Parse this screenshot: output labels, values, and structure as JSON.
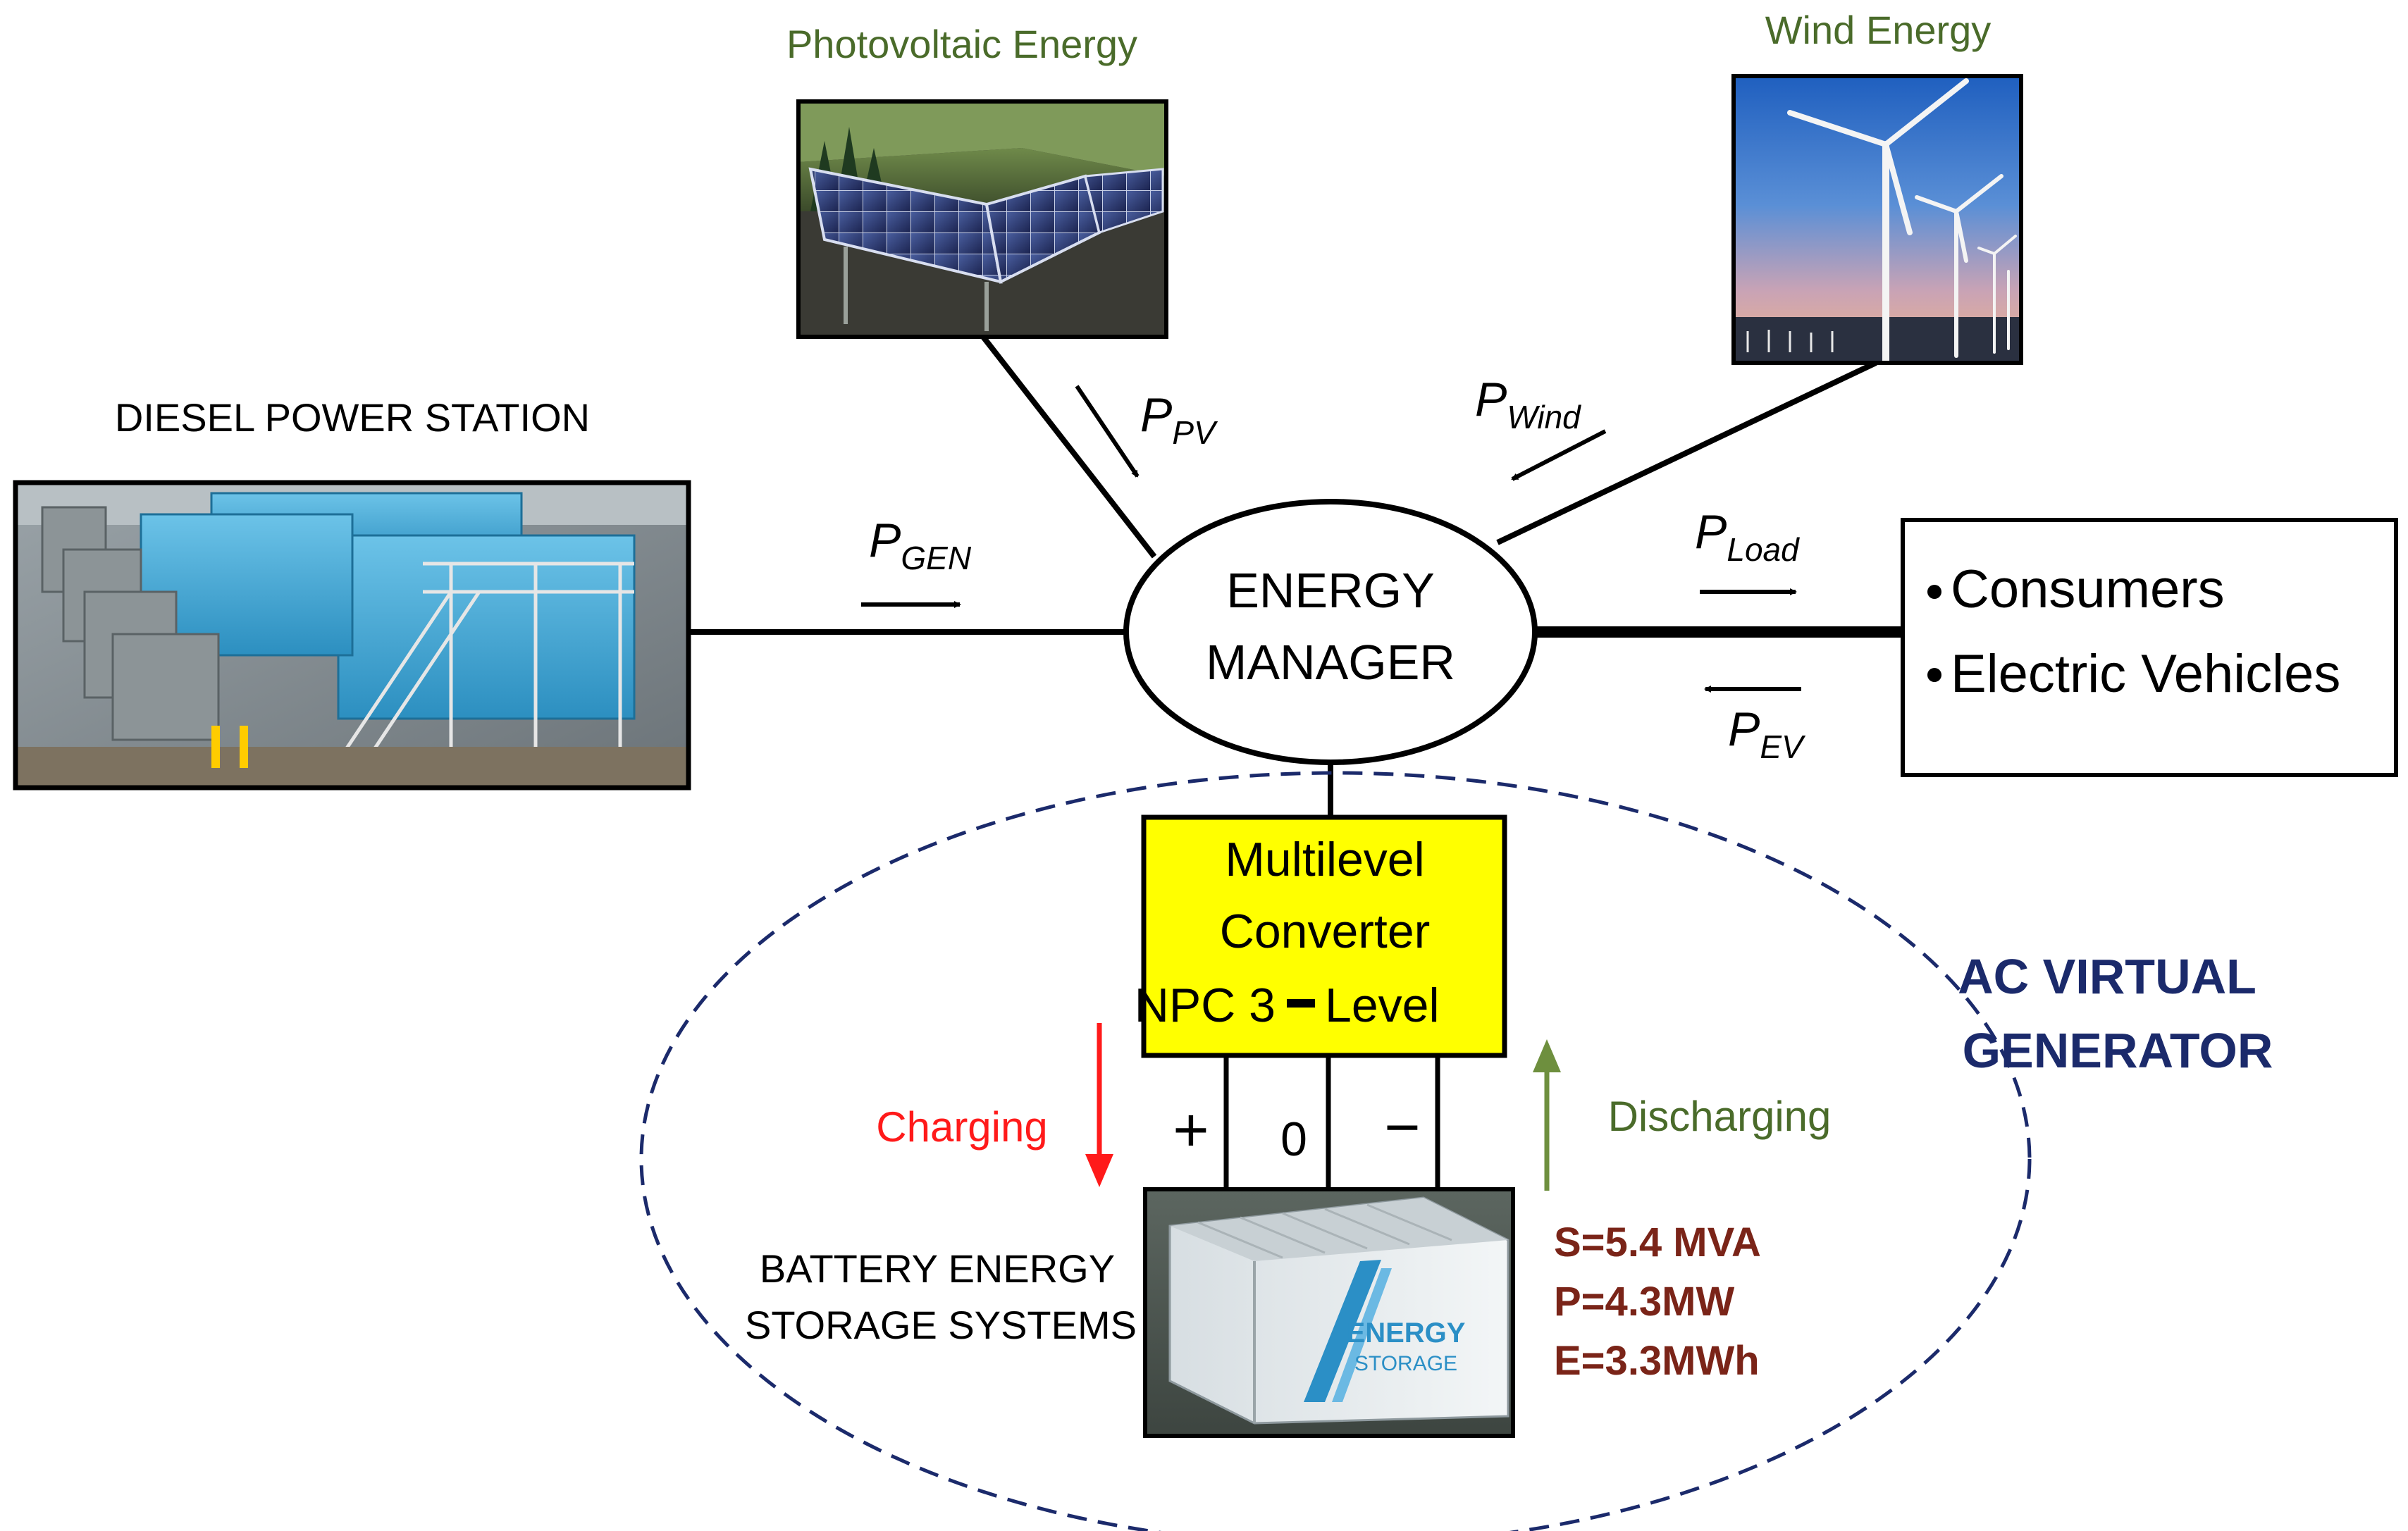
{
  "labels": {
    "pv_title": "Photovoltaic Energy",
    "wind_title": "Wind Energy",
    "diesel_title": "DIESEL POWER STATION",
    "energy_manager_line1": "ENERGY",
    "energy_manager_line2": "MANAGER",
    "converter_line1": "Multilevel",
    "converter_line2": "Converter",
    "converter_line3": "NPC 3",
    "converter_line3b": "Level",
    "terminal_plus": "+",
    "terminal_zero": "0",
    "terminal_minus": "−",
    "charging": "Charging",
    "discharging": "Discharging",
    "battery_line1": "BATTERY ENERGY",
    "battery_line2": "STORAGE SYSTEMS",
    "virtual_gen_line1": "AC VIRTUAL",
    "virtual_gen_line2": "GENERATOR",
    "spec_s": "S=5.4 MVA",
    "spec_p": "P=4.3MW",
    "spec_e": "E=3.3MWh",
    "load_item1": "Consumers",
    "load_item2": "Electric Vehicles",
    "bess_logo_line1": "ENERGY",
    "bess_logo_line2": "STORAGE"
  },
  "flows": {
    "pv": {
      "main": "P",
      "sub": "PV"
    },
    "wind": {
      "main": "P",
      "sub": "Wind"
    },
    "gen": {
      "main": "P",
      "sub": "GEN"
    },
    "load": {
      "main": "P",
      "sub": "Load"
    },
    "ev": {
      "main": "P",
      "sub": "EV"
    }
  },
  "colors": {
    "green_label": "#4a6b2a",
    "navy": "#1b2a6b",
    "charging_red": "#ff1a1a",
    "discharging_green": "#6e8f3e",
    "spec_brown": "#7a2418",
    "converter_fill": "#ffff00",
    "line": "#000000"
  }
}
